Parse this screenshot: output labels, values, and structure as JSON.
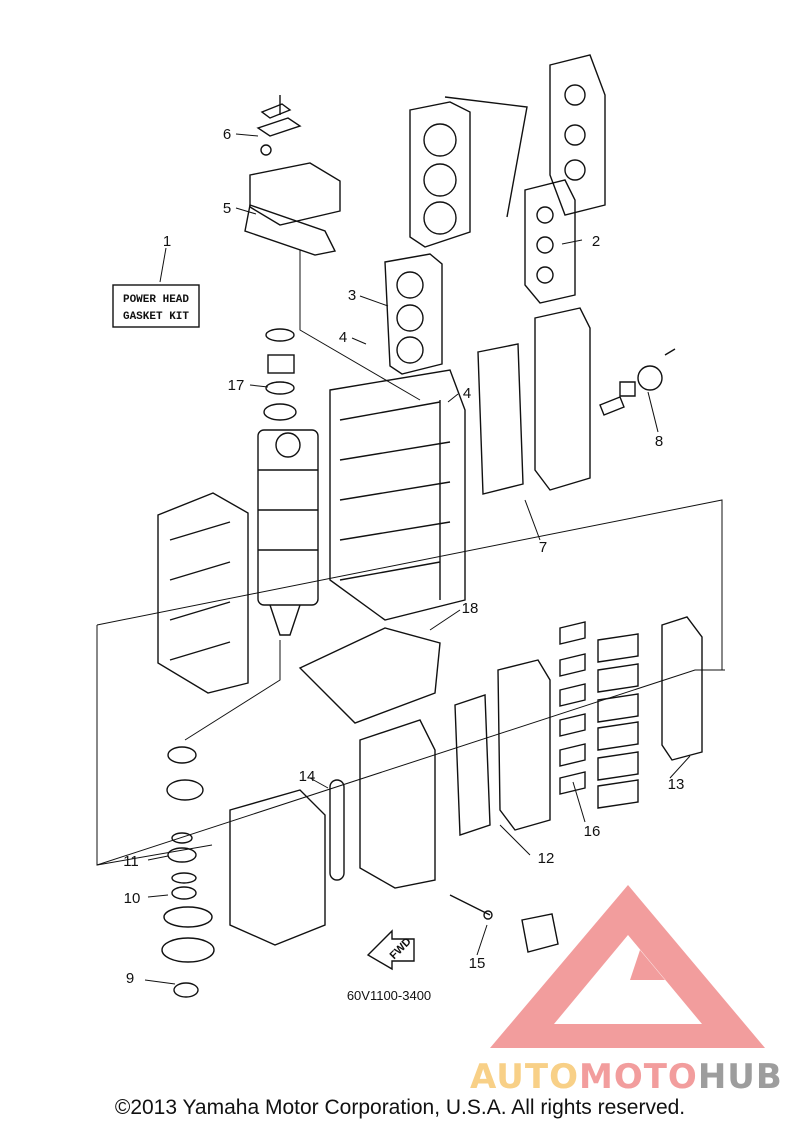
{
  "kit_label": {
    "line1": "POWER HEAD",
    "line2": "GASKET KIT"
  },
  "callouts": [
    "1",
    "2",
    "3",
    "4",
    "4",
    "5",
    "6",
    "7",
    "8",
    "9",
    "10",
    "11",
    "12",
    "13",
    "14",
    "15",
    "16",
    "17",
    "18"
  ],
  "part_number": "60V1100-3400",
  "fwd_label": "FWD",
  "watermark": {
    "part1": "AUTO",
    "part2": "MOTO",
    "part3": "HUB",
    "colors": {
      "part1": "#f7c873",
      "part2": "#f08c8c",
      "part3": "#8c8c8c",
      "triangle": "#f08c8c"
    }
  },
  "copyright": "©2013 Yamaha Motor Corporation, U.S.A. All rights reserved."
}
